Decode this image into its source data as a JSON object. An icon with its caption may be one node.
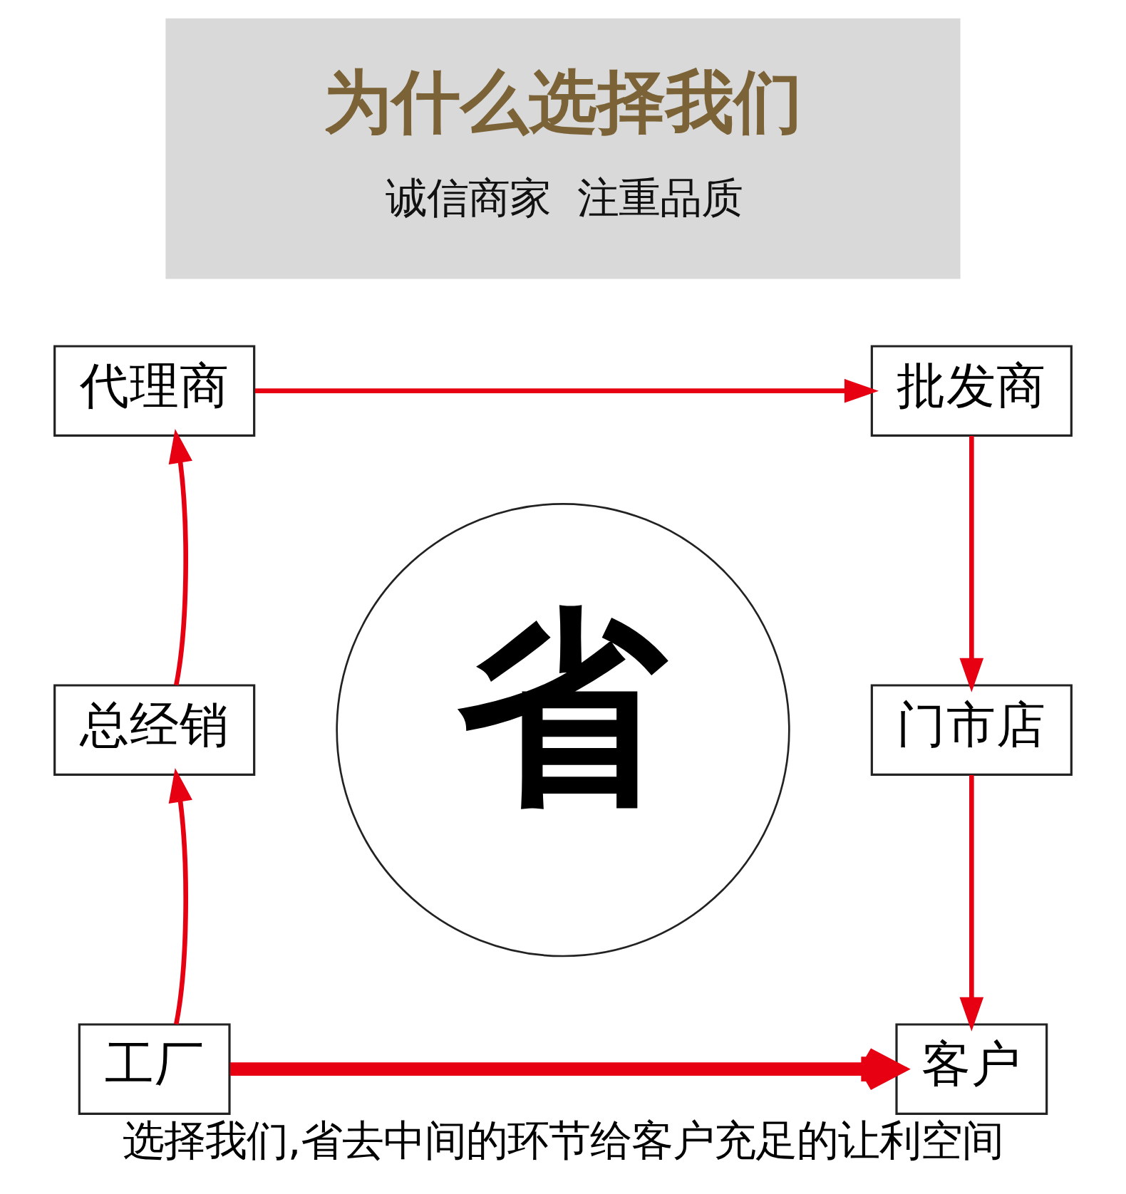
{
  "diagram": {
    "caption": "选择我们,省去中间的环节给客户充足的让利空间",
    "nodes": [
      {
        "text": [
          "为什么选择我们",
          "诚信商家  注重品质"
        ]
      },
      {
        "text": [
          "代理商"
        ]
      },
      {
        "text": [
          "批发商"
        ]
      },
      {
        "text": [
          "总经销"
        ]
      },
      {
        "text": [
          "省"
        ]
      },
      {
        "text": [
          "门市店"
        ]
      },
      {
        "text": [
          "工厂"
        ]
      },
      {
        "text": [
          "客户"
        ]
      }
    ],
    "edges": [
      {
        "from": 6,
        "to": 3,
        "arrow": "to"
      },
      {
        "from": 3,
        "to": 1,
        "arrow": "to"
      },
      {
        "from": 1,
        "to": 2,
        "arrow": "to"
      },
      {
        "from": 2,
        "to": 5,
        "arrow": "to"
      },
      {
        "from": 5,
        "to": 7,
        "arrow": "to"
      },
      {
        "from": 6,
        "to": 7,
        "arrow": "to",
        "style": "thick"
      }
    ]
  }
}
